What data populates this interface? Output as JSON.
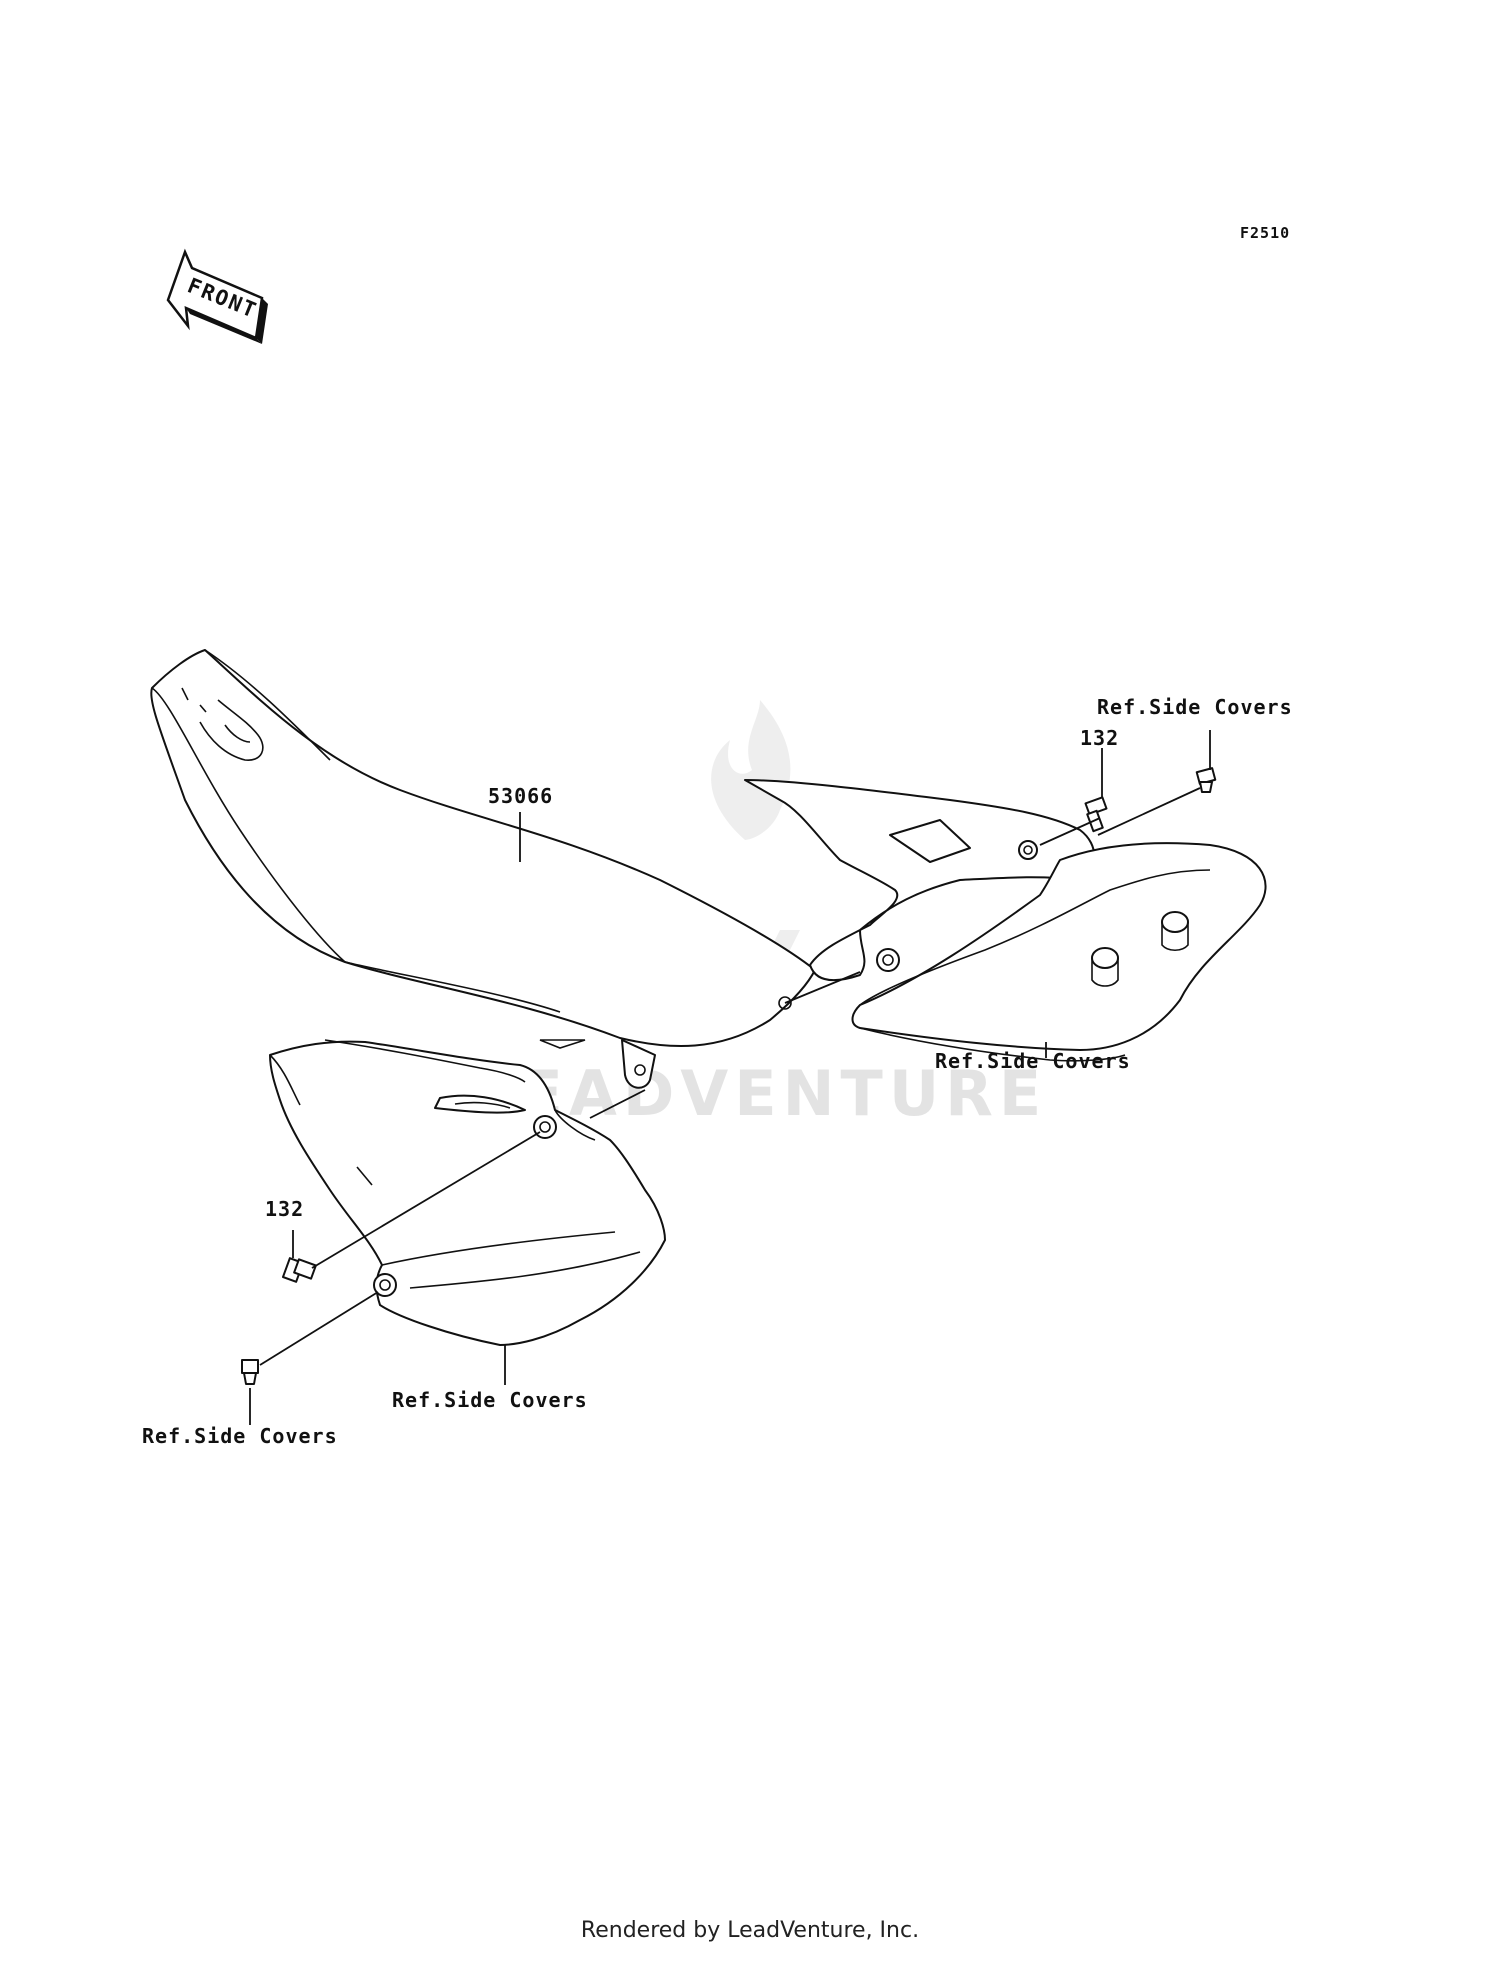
{
  "diagram": {
    "figure_code": "F2510",
    "front_marker": "FRONT",
    "watermark": "LEADVENTURE",
    "callouts": {
      "seat": "53066",
      "bolt_right": "132",
      "bolt_left": "132",
      "ref_top_right": "Ref.Side Covers",
      "ref_mid_right": "Ref.Side Covers",
      "ref_bottom_mid": "Ref.Side Covers",
      "ref_bottom_left": "Ref.Side Covers"
    }
  },
  "footer": {
    "credit": "Rendered by LeadVenture, Inc."
  }
}
